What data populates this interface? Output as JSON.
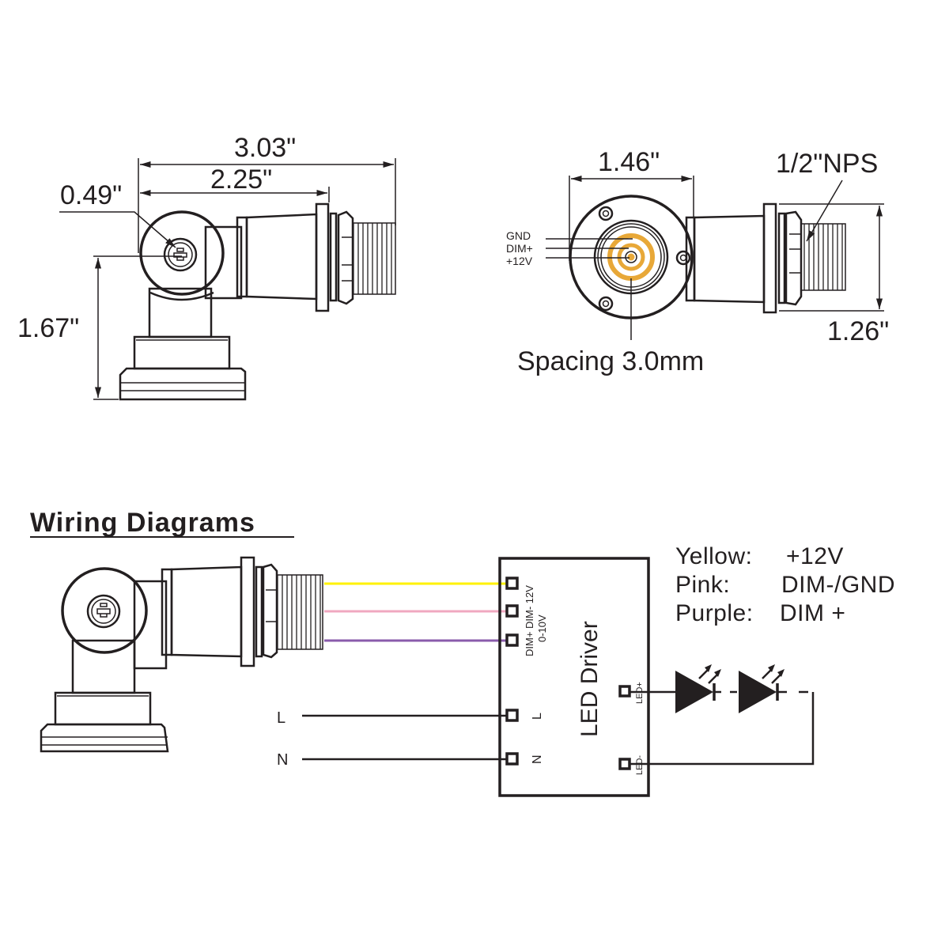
{
  "side_view": {
    "overall_length": "3.03\"",
    "body_length": "2.25\"",
    "head_diameter": "0.49\"",
    "height": "1.67\""
  },
  "front_view": {
    "face_diameter": "1.46\"",
    "thread_spec": "1/2\"NPS",
    "thread_height": "1.26\"",
    "contacts": [
      "GND",
      "DIM+",
      "+12V"
    ],
    "spacing": "Spacing 3.0mm"
  },
  "wiring": {
    "title": "Wiring Diagrams",
    "legend": [
      {
        "name": "Yellow:",
        "value": "+12V"
      },
      {
        "name": "Pink:",
        "value": "DIM-/GND"
      },
      {
        "name": "Purple:",
        "value": "DIM +"
      }
    ],
    "driver": {
      "label": "LED Driver",
      "pin_top_labels": "DIM+ DIM- 12V",
      "pin_sub_label": "0-10V",
      "pin_l": "L",
      "pin_n": "N",
      "pin_led_plus": "LED+",
      "pin_led_minus": "LED-"
    },
    "mains": {
      "l": "L",
      "n": "N"
    },
    "colors": {
      "yellow": "#fff200",
      "pink": "#f0a8c0",
      "purple": "#8a5bab",
      "gold": "#e8a838",
      "ink": "#231f20"
    }
  }
}
